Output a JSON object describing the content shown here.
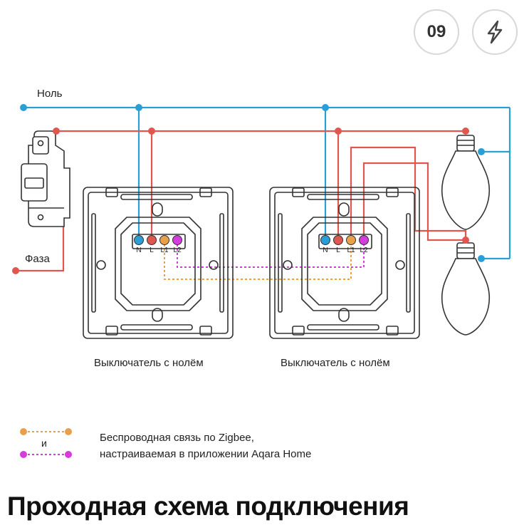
{
  "badges": {
    "number": "09",
    "icon": "lightning-icon"
  },
  "labels": {
    "neutral": "Ноль",
    "phase": "Фаза",
    "switch_left": "Выключатель с нолём",
    "switch_right": "Выключатель с нолём"
  },
  "terminals": [
    "N",
    "L",
    "L1",
    "L2"
  ],
  "legend": {
    "and": "и",
    "line1": "Беспроводная связь по Zigbee,",
    "line2": "настраиваемая в приложении Aqara Home"
  },
  "title": "Проходная схема подключения",
  "colors": {
    "neutral_wire": "#2a9fd6",
    "phase_wire": "#e0574f",
    "zigbee_orange": "#e8a04a",
    "zigbee_magenta": "#d63cdb",
    "outline": "#333333"
  }
}
